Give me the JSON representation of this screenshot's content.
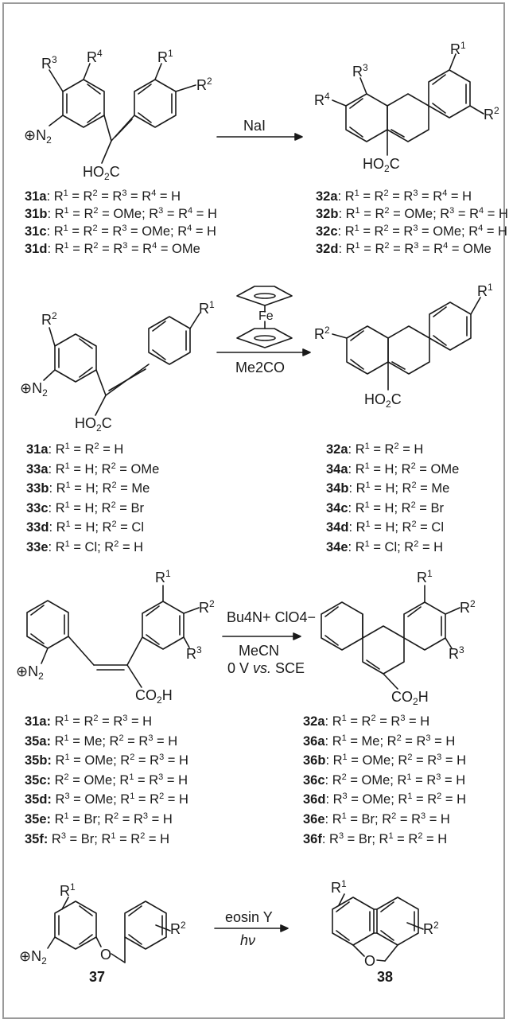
{
  "scheme1": {
    "reagent": "NaI",
    "left_labels": [
      [
        "31a",
        ": R",
        "1",
        " = R",
        "2",
        " = R",
        "3",
        " = R",
        "4",
        " = H"
      ],
      [
        "31b",
        ": R",
        "1",
        " = R",
        "2",
        " = OMe; R",
        "3",
        " = R",
        "4",
        " = H"
      ],
      [
        "31c",
        ": R",
        "1",
        " = R",
        "2",
        " = R",
        "3",
        " = OMe; R",
        "4",
        " = H"
      ],
      [
        "31d",
        ": R",
        "1",
        " = R",
        "2",
        " = R",
        "3",
        " = R",
        "4",
        " = OMe"
      ]
    ],
    "right_labels": [
      [
        "32a",
        ": R",
        "1",
        " = R",
        "2",
        " = R",
        "3",
        " = R",
        "4",
        " = H"
      ],
      [
        "32b",
        ": R",
        "1",
        " = R",
        "2",
        " = OMe; R",
        "3",
        " = R",
        "4",
        " = H"
      ],
      [
        "32c",
        ": R",
        "1",
        " = R",
        "2",
        " = R",
        "3",
        " = OMe; R",
        "4",
        " = H"
      ],
      [
        "32d",
        ": R",
        "1",
        " = R",
        "2",
        " = R",
        "3",
        " = R",
        "4",
        " = OMe"
      ]
    ]
  },
  "scheme2": {
    "reagent_top": "Fe",
    "reagent_bottom": "Me2CO",
    "left_labels": [
      [
        "31a",
        ": R",
        "1",
        " = R",
        "2",
        " = H"
      ],
      [
        "33a",
        ": R",
        "1",
        " = H; R",
        "2",
        " = OMe"
      ],
      [
        "33b",
        ": R",
        "1",
        " = H; R",
        "2",
        " = Me"
      ],
      [
        "33c",
        ": R",
        "1",
        " = H; R",
        "2",
        " = Br"
      ],
      [
        "33d",
        ": R",
        "1",
        " = H; R",
        "2",
        " = Cl"
      ],
      [
        "33e",
        ": R",
        "1",
        " = Cl; R",
        "2",
        " = H"
      ]
    ],
    "right_labels": [
      [
        "32a",
        ": R",
        "1",
        " = R",
        "2",
        " = H"
      ],
      [
        "34a",
        ": R",
        "1",
        " = H; R",
        "2",
        " = OMe"
      ],
      [
        "34b",
        ": R",
        "1",
        " = H; R",
        "2",
        " = Me"
      ],
      [
        "34c",
        ": R",
        "1",
        " = H; R",
        "2",
        " = Br"
      ],
      [
        "34d",
        ": R",
        "1",
        " = H; R",
        "2",
        " = Cl"
      ],
      [
        "34e",
        ": R",
        "1",
        " = Cl; R",
        "2",
        " = H"
      ]
    ]
  },
  "scheme3": {
    "reagent_top": "Bu4N+ ClO4−",
    "reagent_mid": "MeCN",
    "reagent_bottom_a": "0 V ",
    "reagent_bottom_b": "vs.",
    "reagent_bottom_c": " SCE",
    "left_labels": [
      [
        "31a:",
        " R",
        "1",
        " = R",
        "2",
        " = R",
        "3",
        " = H"
      ],
      [
        "35a:",
        " R",
        "1",
        " = Me; R",
        "2",
        " = R",
        "3",
        " = H"
      ],
      [
        "35b:",
        " R",
        "1",
        " = OMe; R",
        "2",
        " = R",
        "3",
        " = H"
      ],
      [
        "35c:",
        " R",
        "2",
        " = OMe; R",
        "1",
        " = R",
        "3",
        " = H"
      ],
      [
        "35d:",
        " R",
        "3",
        " = OMe; R",
        "1",
        " = R",
        "2",
        " = H"
      ],
      [
        "35e:",
        " R",
        "1",
        " = Br; R",
        "2",
        " = R",
        "3",
        " = H"
      ],
      [
        "35f:",
        " R",
        "3",
        " = Br; R",
        "1",
        " = R",
        "2",
        " = H"
      ]
    ],
    "right_labels": [
      [
        "32a",
        ": R",
        "1",
        " = R",
        "2",
        " = R",
        "3",
        " = H"
      ],
      [
        "36a",
        ": R",
        "1",
        " = Me; R",
        "2",
        " = R",
        "3",
        " = H"
      ],
      [
        "36b",
        ": R",
        "1",
        " = OMe; R",
        "2",
        " = R",
        "3",
        " = H"
      ],
      [
        "36c",
        ": R",
        "2",
        " = OMe; R",
        "1",
        " = R",
        "3",
        " = H"
      ],
      [
        "36d",
        ": R",
        "3",
        " = OMe; R",
        "1",
        " = R",
        "2",
        " = H"
      ],
      [
        "36e",
        ": R",
        "1",
        " = Br; R",
        "2",
        " = R",
        "3",
        " = H"
      ],
      [
        "36f",
        ":  R",
        "3",
        " = Br; R",
        "1",
        " = R",
        "2",
        " = H"
      ]
    ]
  },
  "scheme4": {
    "reagent_top": "eosin Y",
    "reagent_bottom": "hν",
    "left_compound": "37",
    "right_compound": "38"
  },
  "atoms": {
    "R": "R",
    "N2": "N",
    "two": "2",
    "HO2C": "HO",
    "C": "C",
    "CO2H": "CO",
    "H": "H",
    "O": "O",
    "one": "1",
    "three": "3",
    "four": "4"
  }
}
